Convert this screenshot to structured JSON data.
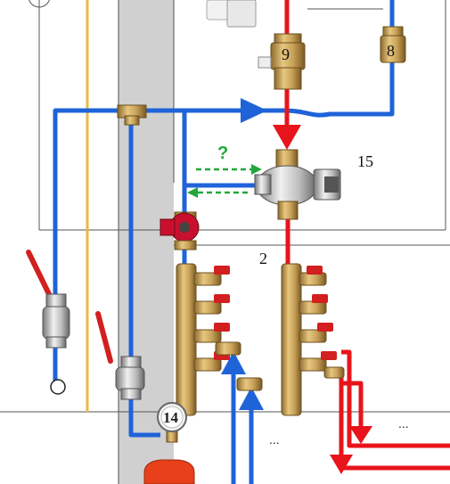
{
  "labels": {
    "valve_9": "9",
    "valve_8": "8",
    "mixing_valve_15": "15",
    "manifold_2": "2",
    "gauge_14": "14",
    "question": "?",
    "ellipsis_left": "...",
    "ellipsis_right": "..."
  },
  "colors": {
    "supply_pipe": "#e8141b",
    "return_pipe": "#1f63d9",
    "wall": "#d0d0d0",
    "outline": "#333333",
    "brass": "#c9a25a",
    "question_arrow": "#22a83a",
    "yellow_line": "#e9b949",
    "pump": "#c8102e"
  }
}
